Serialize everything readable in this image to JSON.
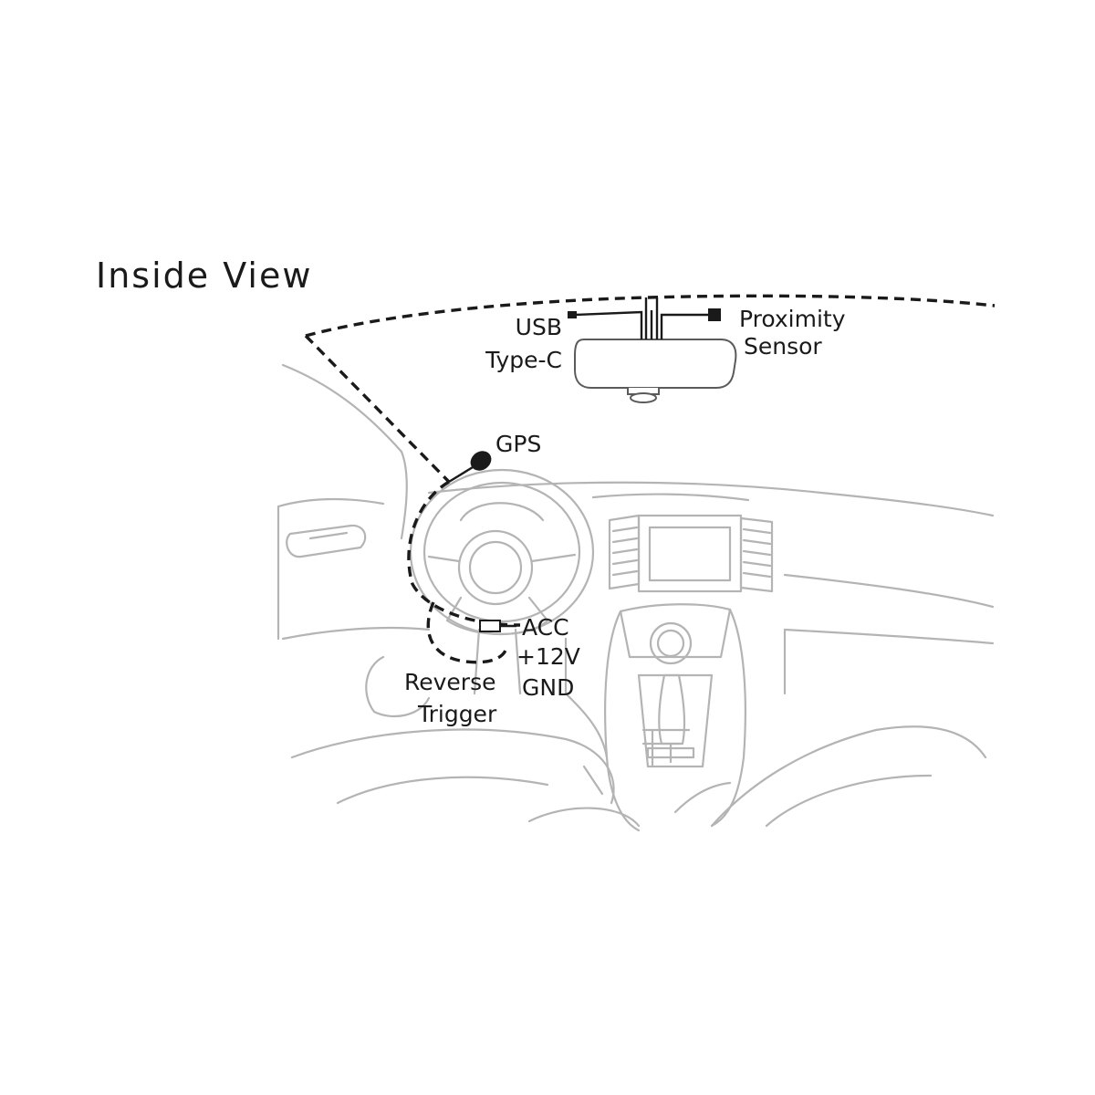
{
  "title": "Inside View",
  "labels": {
    "usb_line1": "USB",
    "usb_line2": "Type-C",
    "proximity_line1": "Proximity",
    "proximity_line2": "Sensor",
    "gps": "GPS",
    "acc": "ACC",
    "plus12v": "+12V",
    "gnd": "GND",
    "reverse_line1": "Reverse",
    "reverse_line2": "Trigger"
  },
  "colors": {
    "ink": "#1a1a1a",
    "car_outline": "#b4b4b4",
    "background": "#ffffff"
  }
}
